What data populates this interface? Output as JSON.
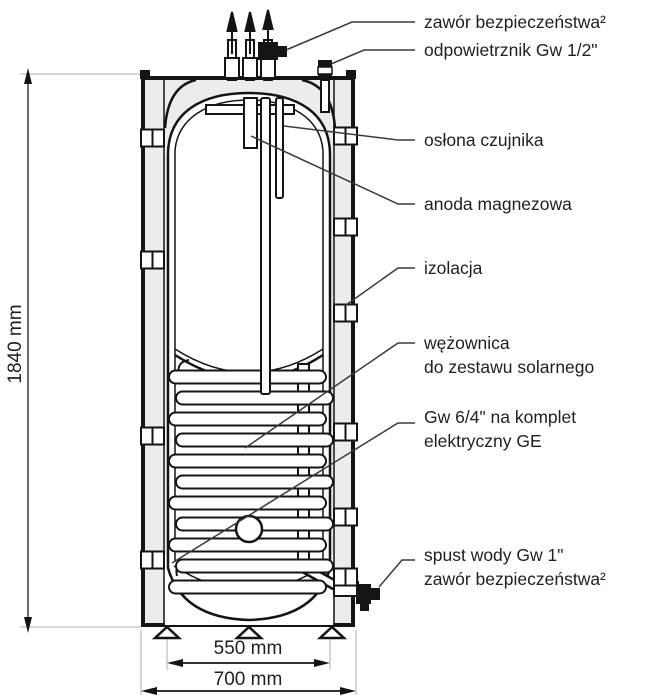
{
  "diagram": {
    "callouts": {
      "safety_valve_top": "zawór bezpieczeństwa²",
      "air_vent": "odpowietrznik Gw 1/2\"",
      "sensor_cover": "osłona czujnika",
      "magnesium_anode": "anoda magnezowa",
      "insulation": "izolacja",
      "solar_coil": {
        "line1": "wężownica",
        "line2": "do zestawu solarnego"
      },
      "electric_kit": {
        "line1": "Gw 6/4\" na komplet",
        "line2": "elektryczny GE"
      },
      "drain": {
        "line1": "spust wody Gw 1\"",
        "line2": "zawór bezpieczeństwa²"
      }
    },
    "dimensions": {
      "total_height": "1840 mm",
      "feet_spacing": "550 mm",
      "total_width": "700 mm"
    },
    "colors": {
      "line": "#141414",
      "insulation_fill": "#ececec",
      "extension_line": "#c9c9c9",
      "leader_line": "#3a3a3a",
      "text": "#1f1f1f"
    }
  }
}
